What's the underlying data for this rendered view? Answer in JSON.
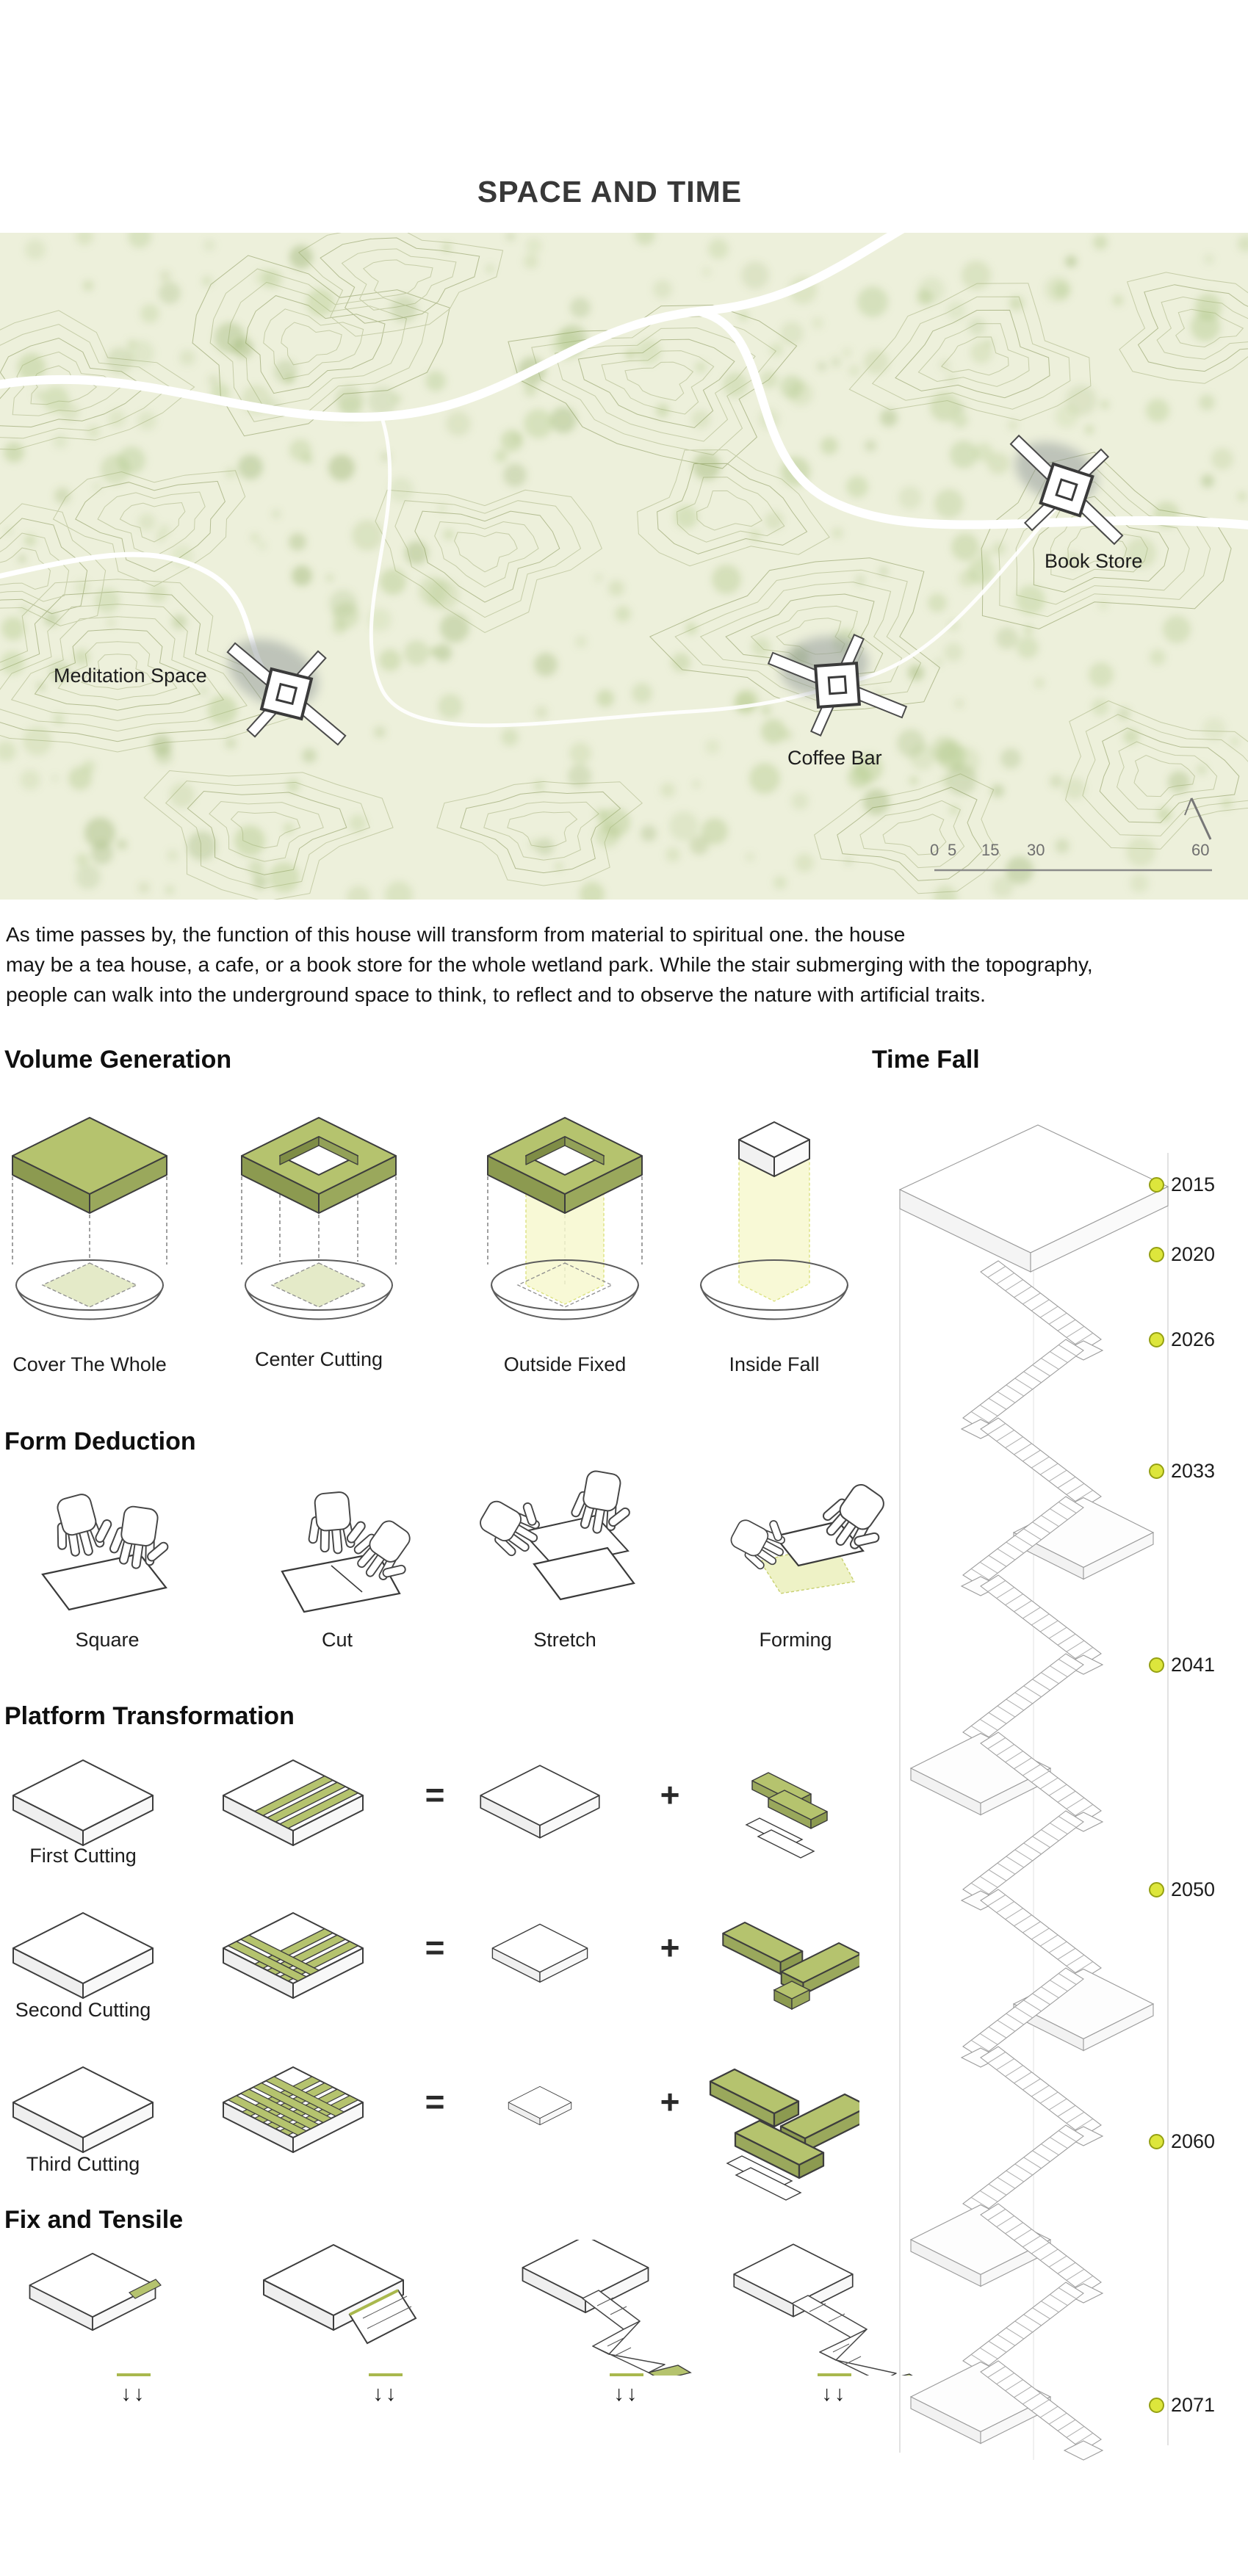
{
  "title": "SPACE AND TIME",
  "map": {
    "labels": {
      "meditation": "Meditation Space",
      "coffee": "Coffee Bar",
      "book": "Book Store"
    },
    "scale_ticks": [
      "0",
      "5",
      "15",
      "30",
      "60"
    ]
  },
  "description": {
    "line1": "As time passes by, the function of this house will transform from material to spiritual one.  the house",
    "line2": "may be a tea house, a cafe, or a book store for the whole wetland park. While the stair submerging with the topography,",
    "line3": "people can walk into the underground space to think, to reflect and to observe the nature with artificial traits."
  },
  "volume": {
    "heading": "Volume Generation",
    "items": [
      "Cover The Whole",
      "Center Cutting",
      "Outside Fixed",
      "Inside Fall"
    ]
  },
  "form": {
    "heading": "Form Deduction",
    "items": [
      "Square",
      "Cut",
      "Stretch",
      "Forming"
    ]
  },
  "platform": {
    "heading": "Platform Transformation",
    "rows": [
      "First Cutting",
      "Second Cutting",
      "Third Cutting"
    ],
    "equals": "=",
    "plus": "+"
  },
  "fix": {
    "heading": "Fix and Tensile",
    "arrows": "↓↓"
  },
  "timefall": {
    "heading": "Time Fall",
    "years": [
      "2015",
      "2020",
      "2026",
      "2033",
      "2041",
      "2050",
      "2060",
      "2071"
    ]
  },
  "colors": {
    "accent_green": "#b5c36e",
    "map_background": "#edf0db",
    "year_dot": "#dde63c"
  }
}
